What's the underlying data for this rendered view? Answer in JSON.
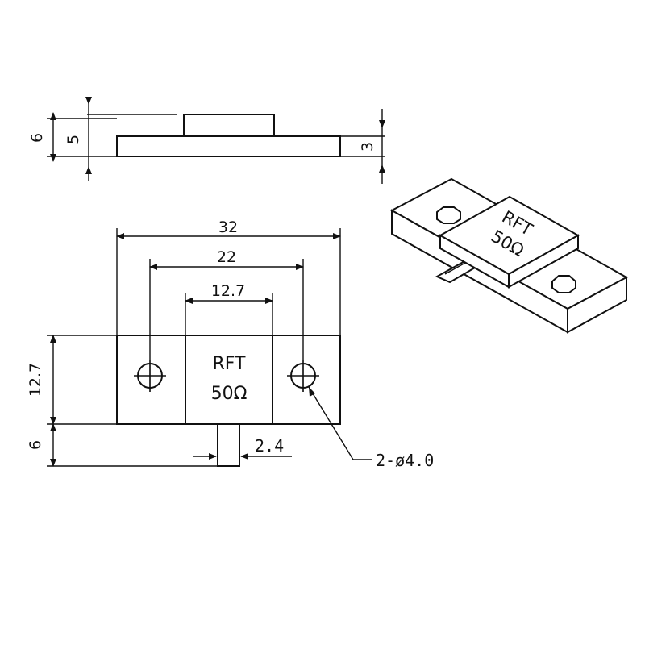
{
  "side_view": {
    "dims": {
      "total_height": "6",
      "body_height": "5",
      "flange_thickness": "3"
    }
  },
  "front_view": {
    "dims": {
      "flange_length": "32",
      "hole_spacing": "22",
      "body_width": "12.7",
      "flange_width": "12.7",
      "tab_length": "6",
      "tab_width": "2.4"
    },
    "holes_callout": "2-ø4.0",
    "marking": {
      "line1": "RFT",
      "line2": "50Ω"
    }
  },
  "iso_view": {
    "marking": {
      "line1": "RFT",
      "line2": "50Ω"
    }
  }
}
